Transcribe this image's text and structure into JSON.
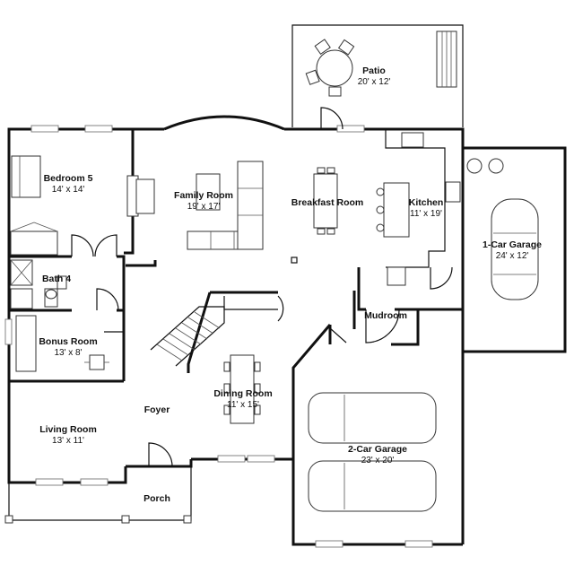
{
  "rooms": {
    "patio": {
      "name": "Patio",
      "dims": "20' x 12'"
    },
    "bedroom5": {
      "name": "Bedroom 5",
      "dims": "14' x 14'"
    },
    "family_room": {
      "name": "Family Room",
      "dims": "19' x 17'"
    },
    "breakfast_room": {
      "name": "Breakfast Room",
      "dims": ""
    },
    "kitchen": {
      "name": "Kitchen",
      "dims": "11' x 19'"
    },
    "garage1": {
      "name": "1-Car Garage",
      "dims": "24' x 12'"
    },
    "bath4": {
      "name": "Bath 4",
      "dims": ""
    },
    "mudroom": {
      "name": "Mudroom",
      "dims": ""
    },
    "bonus_room": {
      "name": "Bonus Room",
      "dims": "13' x 8'"
    },
    "dining_room": {
      "name": "Dining Room",
      "dims": "11' x 15'"
    },
    "foyer": {
      "name": "Foyer",
      "dims": ""
    },
    "living_room": {
      "name": "Living Room",
      "dims": "13' x 11'"
    },
    "garage2": {
      "name": "2-Car Garage",
      "dims": "23' x 20'"
    },
    "porch": {
      "name": "Porch",
      "dims": ""
    }
  }
}
